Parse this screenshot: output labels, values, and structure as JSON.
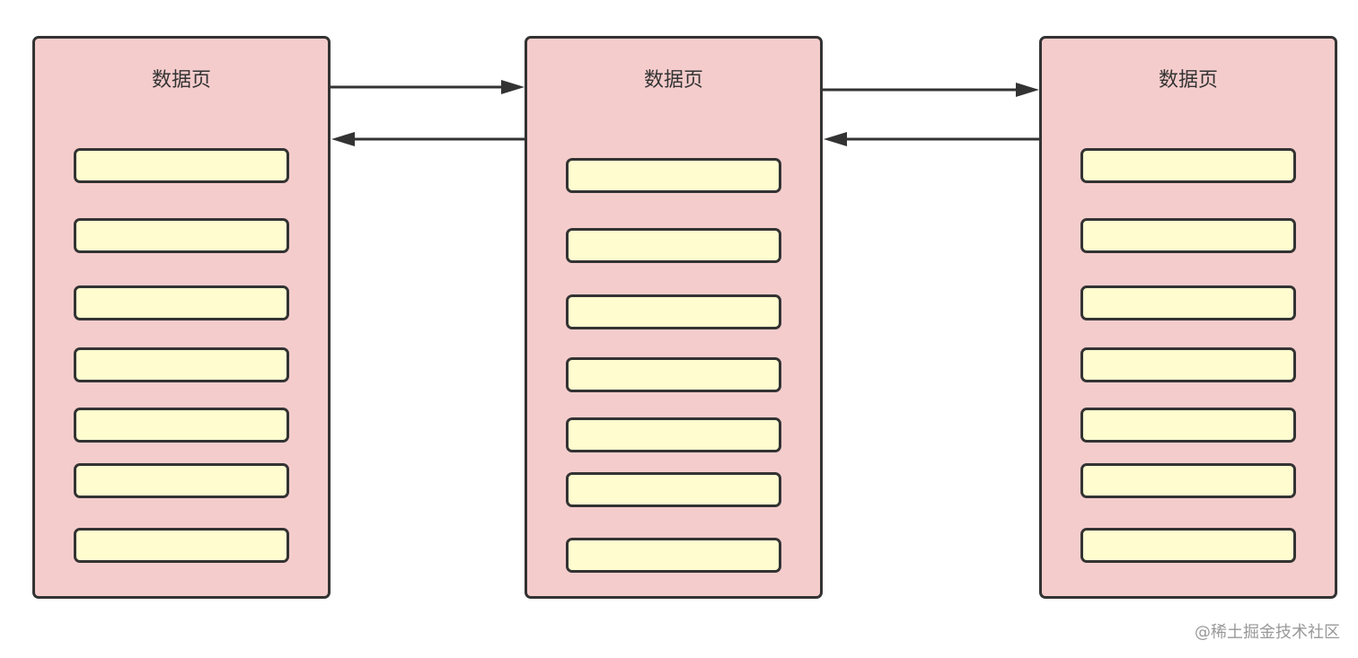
{
  "pages": [
    {
      "title": "数据页",
      "rows": 7
    },
    {
      "title": "数据页",
      "rows": 7
    },
    {
      "title": "数据页",
      "rows": 7
    }
  ],
  "arrows": [
    {
      "from": "page-1",
      "to": "page-2",
      "direction": "forward"
    },
    {
      "from": "page-2",
      "to": "page-1",
      "direction": "backward"
    },
    {
      "from": "page-2",
      "to": "page-3",
      "direction": "forward"
    },
    {
      "from": "page-3",
      "to": "page-2",
      "direction": "backward"
    }
  ],
  "colors": {
    "page_fill": "#f5cccc",
    "row_fill": "#fffccf",
    "stroke": "#333333"
  },
  "watermark": "@稀土掘金技术社区"
}
